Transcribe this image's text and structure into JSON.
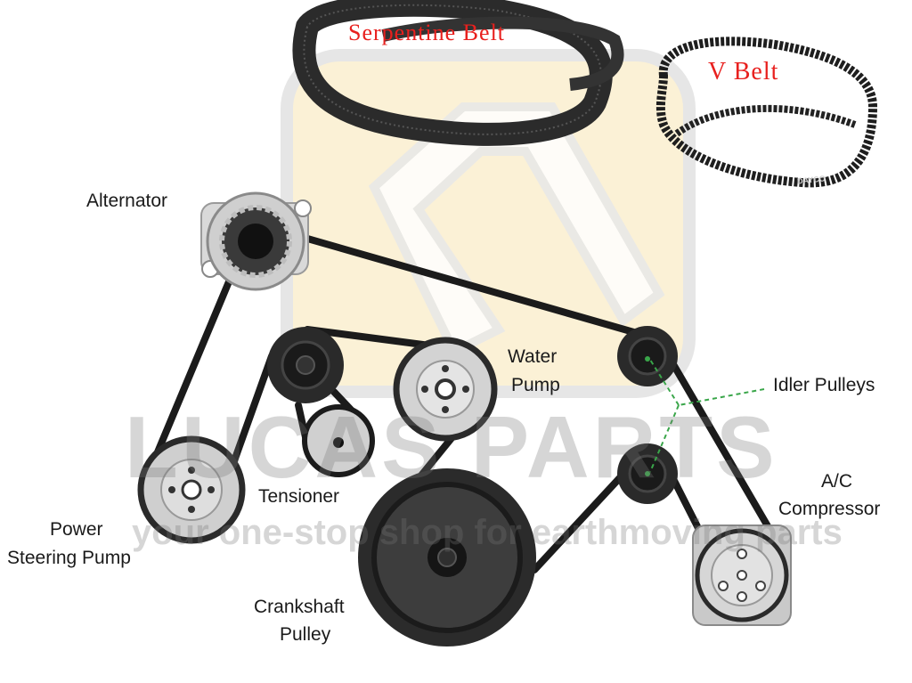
{
  "belt_titles": {
    "serpentine": "Serpentine Belt",
    "v_belt": "V Belt",
    "v_belt_brand": "DAYCO"
  },
  "labels": {
    "alternator": "Alternator",
    "water_pump_line1": "Water",
    "water_pump_line2": "Pump",
    "idler_pulleys": "Idler Pulleys",
    "ac_line1": "A/C",
    "ac_line2": "Compressor",
    "tensioner": "Tensioner",
    "power_steering_line1": "Power",
    "power_steering_line2": "Steering Pump",
    "crankshaft_line1": "Crankshaft",
    "crankshaft_line2": "Pulley"
  },
  "watermark": {
    "brand": "LUCAS PARTS",
    "tagline": "your one-stop shop for earthmoving parts"
  },
  "colors": {
    "belt": "#1b1b1b",
    "pulley_light": "#d6d6d6",
    "pulley_dark": "#2a2a2a",
    "title_red": "#e8201e",
    "leader_green": "#3aa64a",
    "logo_cream": "#fbf1d6"
  }
}
